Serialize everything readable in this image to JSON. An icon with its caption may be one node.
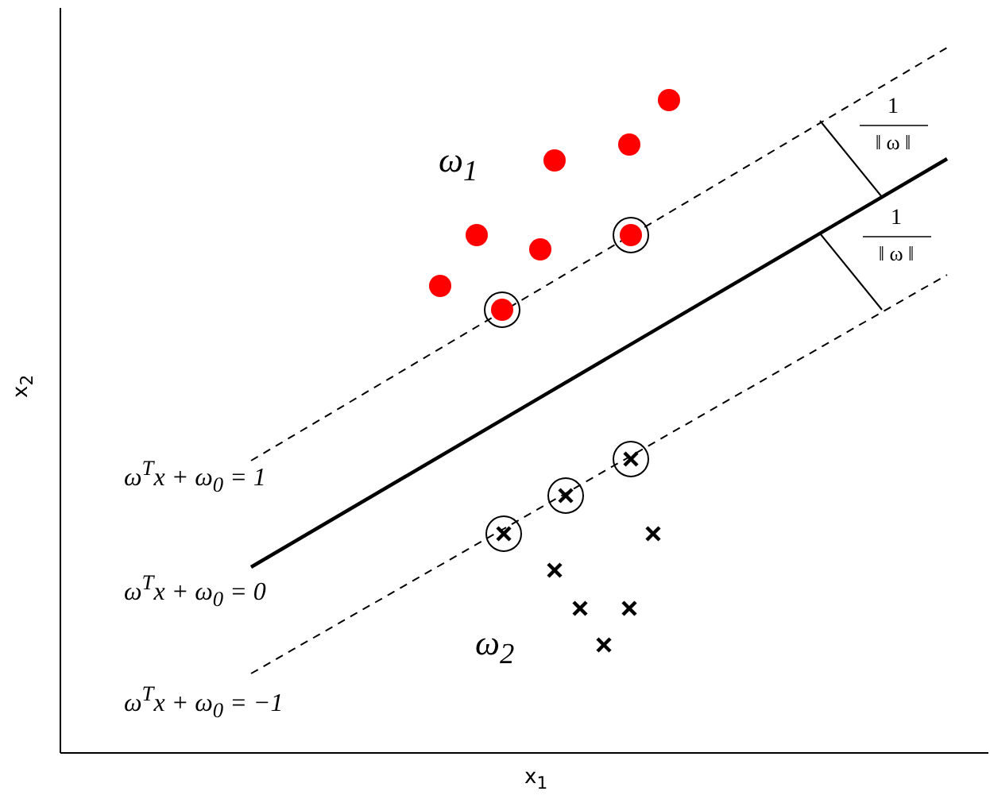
{
  "diagram": {
    "labels": [
      "1",
      "‖ ω ‖",
      "ω$_{1}$",
      "1",
      "‖ ω ‖",
      "x$_{2}$",
      "ω$^{T}$x + ω$_{0}$ = 1",
      "ω$^{T}$x + ω$_{0}$ = 0",
      "ω$_{2}$",
      "ω$^{T}$x + ω$_{0}$ = −1",
      "x$_{1}$"
    ]
  }
}
